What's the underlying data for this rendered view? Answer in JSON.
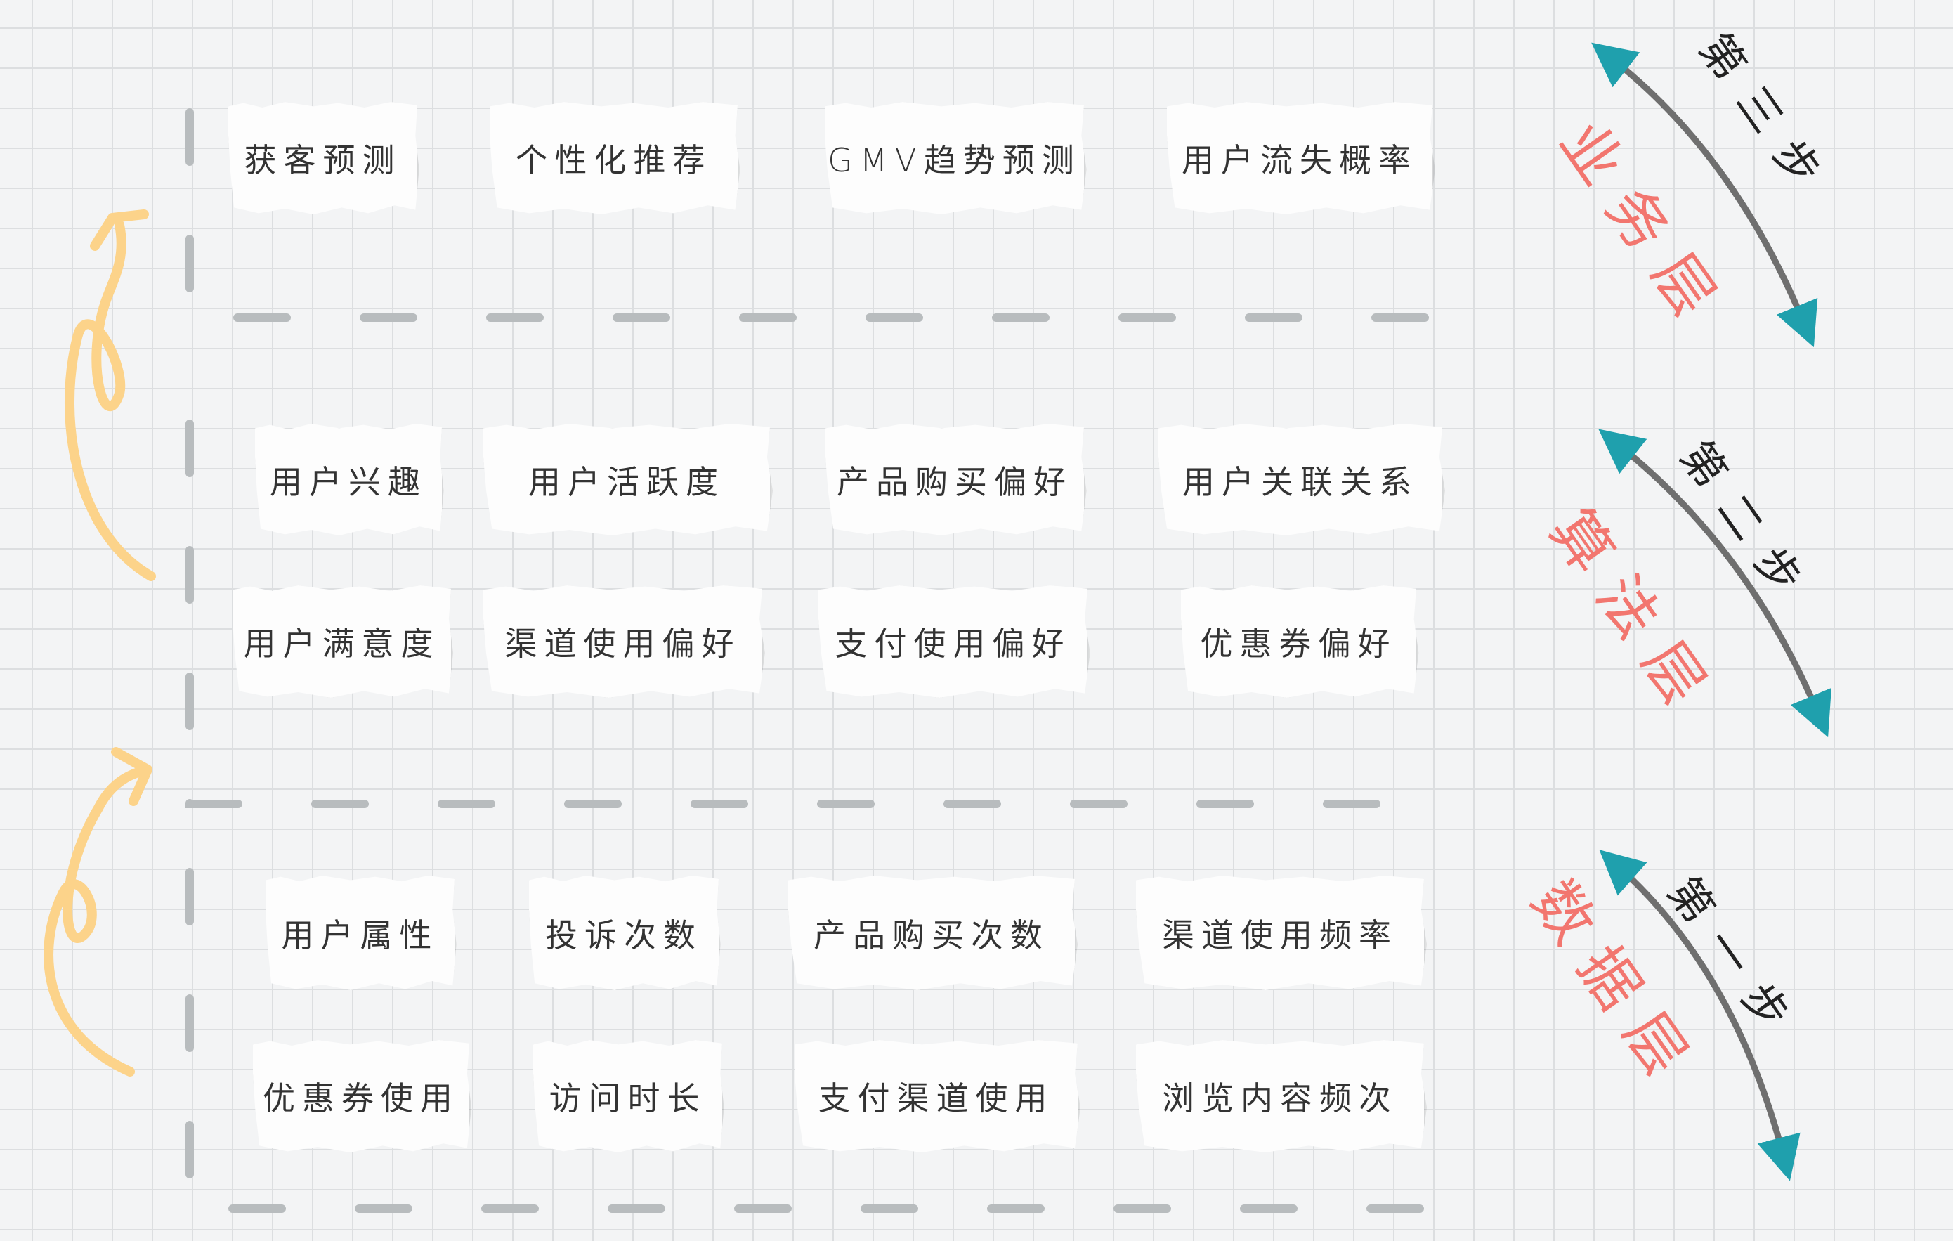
{
  "colors": {
    "arrow_head": "#1fa0ad",
    "arrow_shaft": "#6f6f6f",
    "layer_label": "#f2766f",
    "flow_arrow": "#fcd38a",
    "bracket": "#b8bcbe"
  },
  "groups": [
    {
      "step": "第三步",
      "layer": "业务层",
      "rows": [
        [
          "获客预测",
          "个性化推荐",
          "GMV趋势预测",
          "用户流失概率"
        ]
      ]
    },
    {
      "step": "第二步",
      "layer": "算法层",
      "rows": [
        [
          "用户兴趣",
          "用户活跃度",
          "产品购买偏好",
          "用户关联关系"
        ],
        [
          "用户满意度",
          "渠道使用偏好",
          "支付使用偏好",
          "优惠券偏好"
        ]
      ]
    },
    {
      "step": "第一步",
      "layer": "数据层",
      "rows": [
        [
          "用户属性",
          "投诉次数",
          "产品购买次数",
          "渠道使用频率"
        ],
        [
          "优惠券使用",
          "访问时长",
          "支付渠道使用",
          "浏览内容频次"
        ]
      ]
    }
  ]
}
